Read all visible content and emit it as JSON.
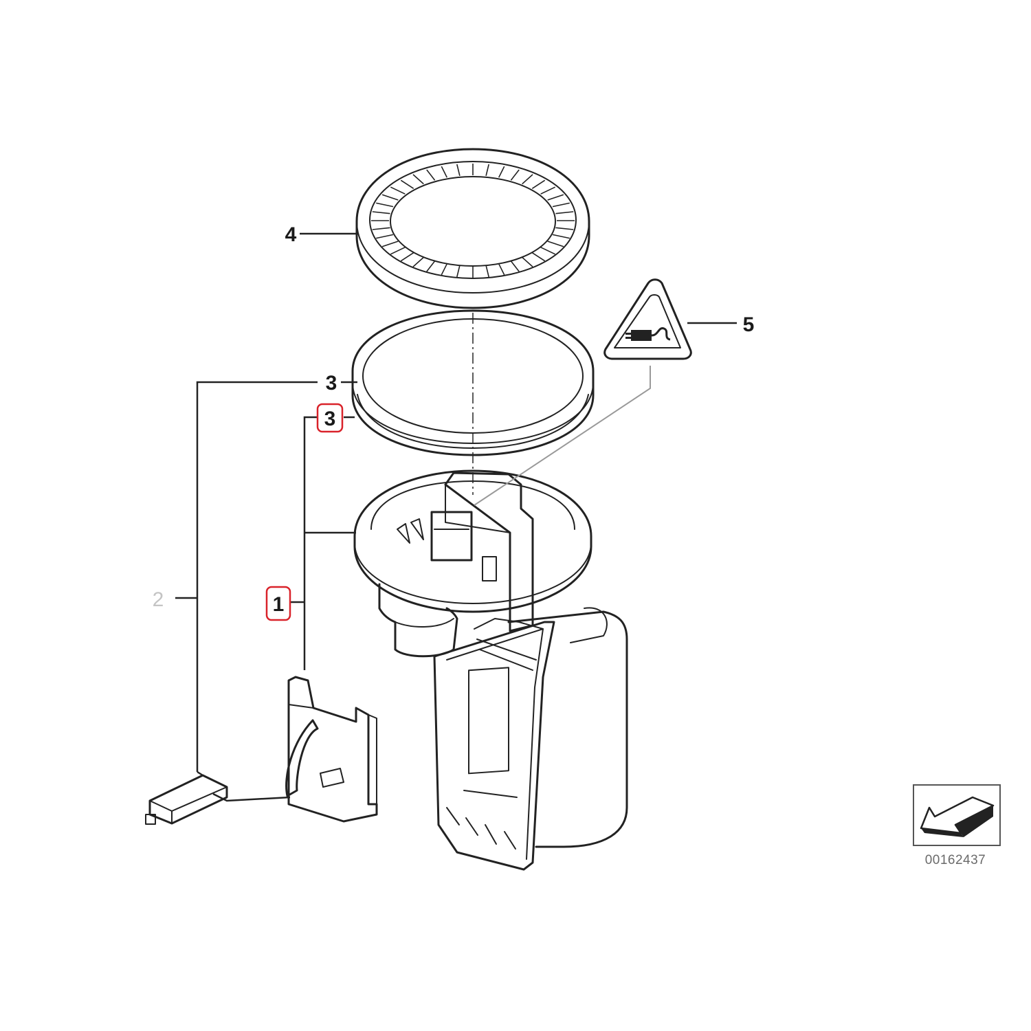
{
  "diagram": {
    "callouts": [
      {
        "id": "c4",
        "label": "4",
        "part": "mounting-ring-nut",
        "highlighted": false
      },
      {
        "id": "c5",
        "label": "5",
        "part": "warning-label-electrical",
        "highlighted": false
      },
      {
        "id": "c3a",
        "label": "3",
        "part": "o-ring-seal-upper",
        "highlighted": false
      },
      {
        "id": "c3b",
        "label": "3",
        "part": "o-ring-seal-lower",
        "highlighted": true
      },
      {
        "id": "c1",
        "label": "1",
        "part": "fuel-pump-assembly",
        "highlighted": true
      },
      {
        "id": "c2",
        "label": "2",
        "part": "fuel-level-sender",
        "highlighted": false
      }
    ],
    "diagram_id": "00162437",
    "highlight_color": "#d9222a",
    "muted_callout_color": "#c4c4c4",
    "line_color": "#222222"
  }
}
